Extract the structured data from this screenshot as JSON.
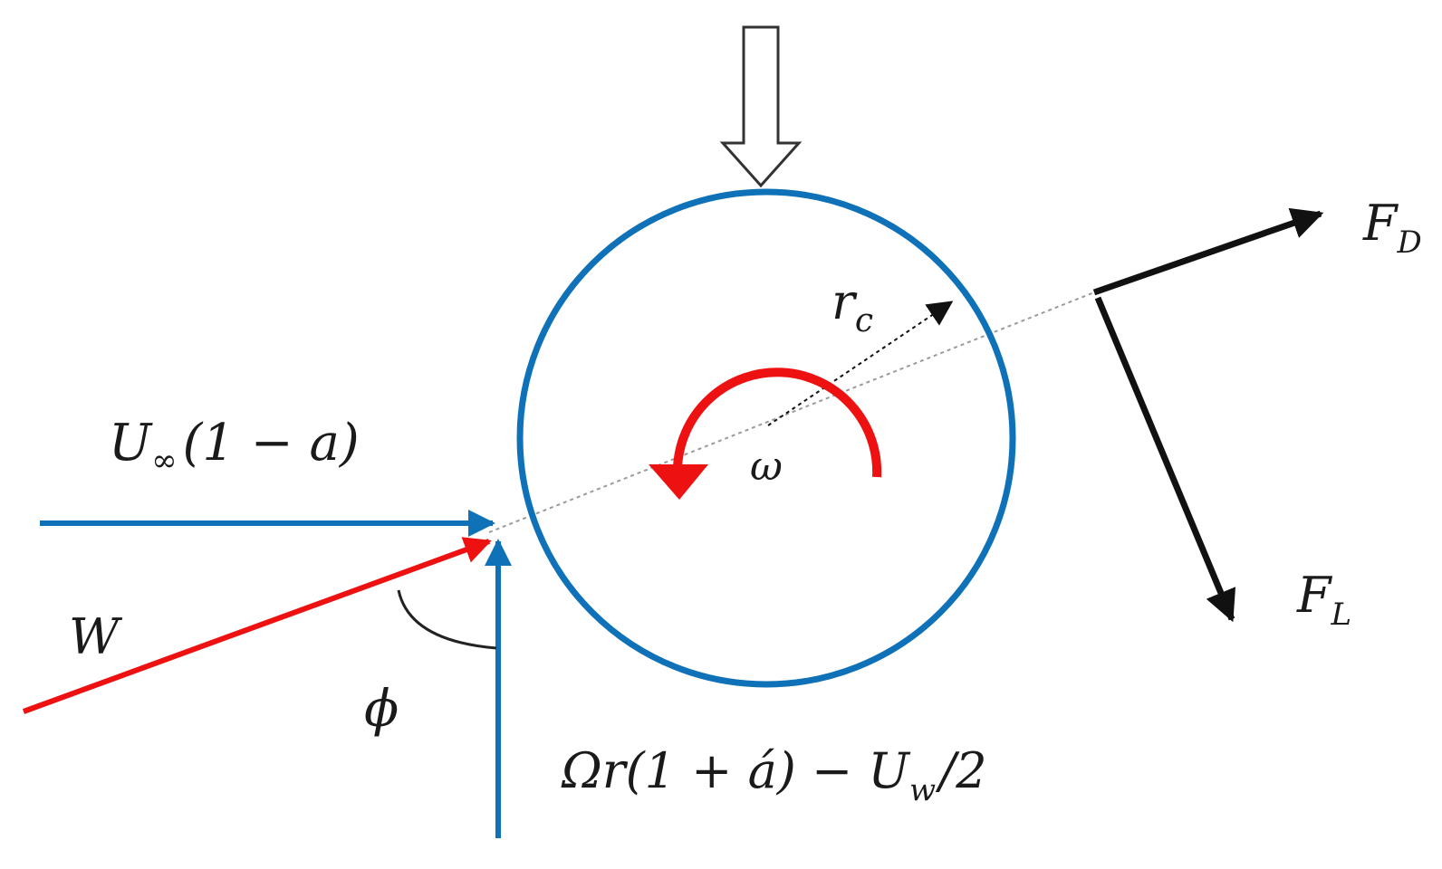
{
  "colors": {
    "blue": "#0f72b8",
    "red": "#ee1111",
    "black": "#111111",
    "dotted": "#9a9a9a",
    "hollow_arrow": "#333333"
  },
  "labels": {
    "u_inf": {
      "main": "U",
      "sub": "∞",
      "rest": "(1 − a)"
    },
    "w": "W",
    "phi": "ϕ",
    "tangential": {
      "main": "Ωr(1 + á) − U",
      "sub": "w",
      "rest": "/2"
    },
    "r_c": {
      "main": "r",
      "sub": "c"
    },
    "omega": "ω",
    "f_d": {
      "main": "F",
      "sub": "D"
    },
    "f_l": {
      "main": "F",
      "sub": "L"
    }
  }
}
